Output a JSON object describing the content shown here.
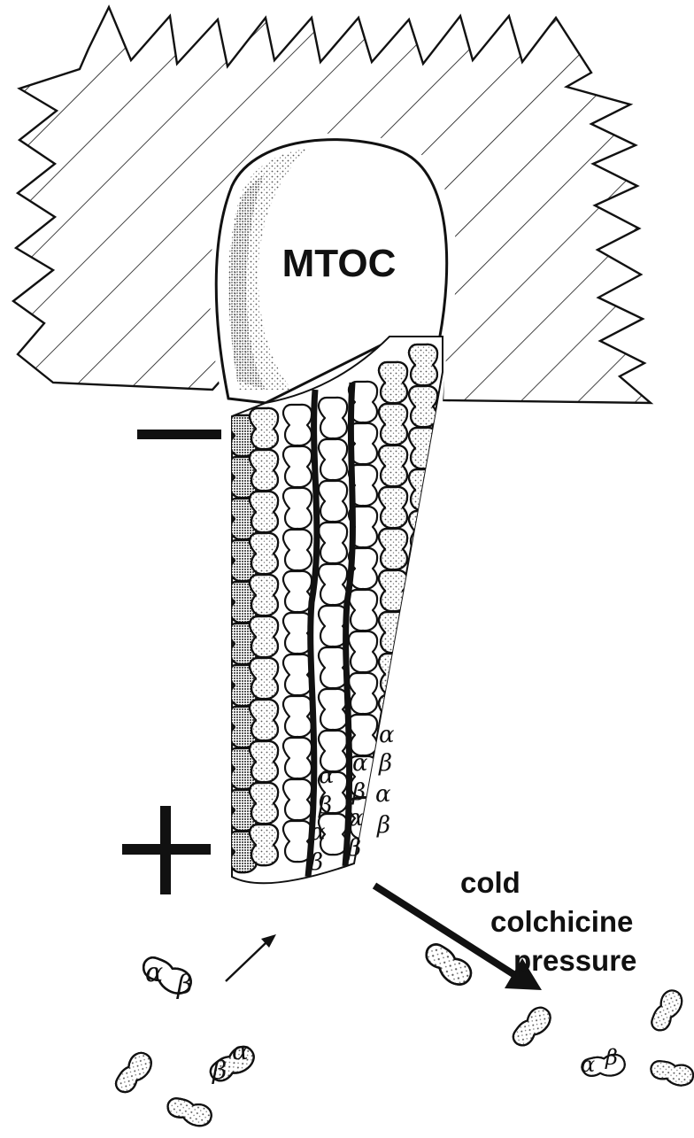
{
  "diagram": {
    "mtoc_label": "MTOC",
    "minus_end": "−",
    "plus_end": "+",
    "depolymerization_causes": [
      "cold",
      "colchicine",
      "pressure"
    ],
    "tubulin_subunits": {
      "alpha": "α",
      "beta": "β"
    }
  },
  "colors": {
    "ink": "#111111",
    "paper": "#ffffff",
    "stipple": "#777777"
  }
}
